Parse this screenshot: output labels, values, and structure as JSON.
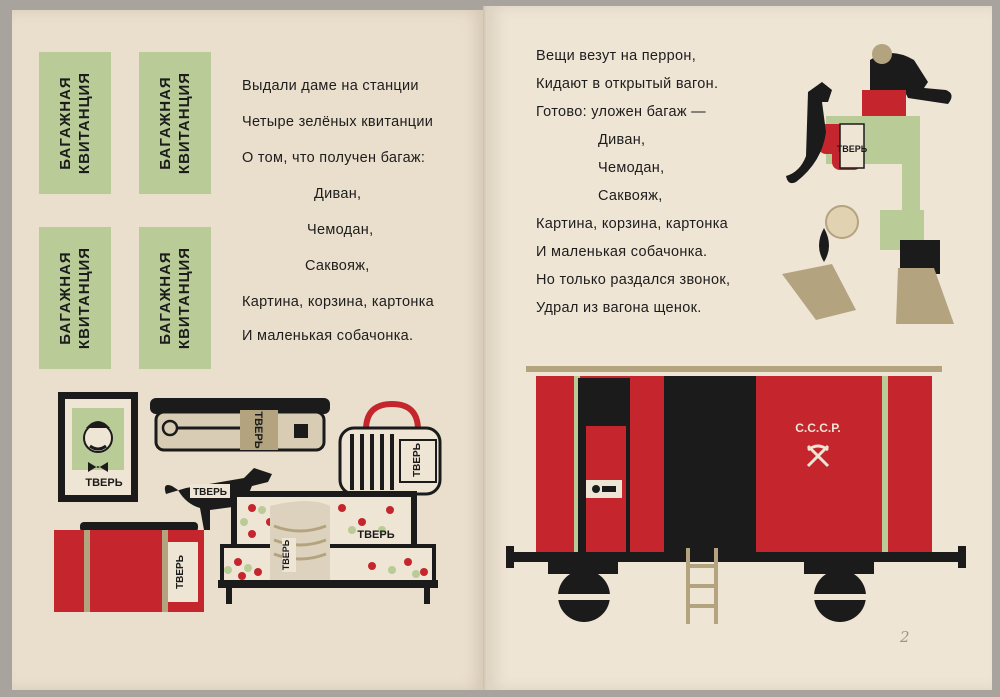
{
  "left": {
    "tickets": [
      {
        "line1": "БАГАЖНАЯ",
        "line2": "КВИТАНЦИЯ"
      },
      {
        "line1": "БАГАЖНАЯ",
        "line2": "КВИТАНЦИЯ"
      },
      {
        "line1": "БАГАЖНАЯ",
        "line2": "КВИТАНЦИЯ"
      },
      {
        "line1": "БАГАЖНАЯ",
        "line2": "КВИТАНЦИЯ"
      }
    ],
    "poem": [
      "Выдали даме на станции",
      "Четыре зелёных квитанции",
      "О том, что получен багаж:",
      "Диван,",
      "Чемодан,",
      "Саквояж,",
      "Картина, корзина, картонка",
      "И маленькая собачонка."
    ],
    "labels": {
      "painting": "ТВЕРЬ",
      "basket": "ТВЕРЬ",
      "bag": "ТВЕРЬ",
      "dog": "ТВЕРЬ",
      "sofa": "ТВЕРЬ",
      "box": "ТВЕРЬ",
      "suitcase": "ТВЕРЬ"
    }
  },
  "right": {
    "poem": [
      "Вещи везут на перрон,",
      "Кидают в открытый вагон.",
      "Готово: уложен багаж —",
      "Диван,",
      "Чемодан,",
      "Саквояж,",
      "Картина, корзина, картонка",
      "И маленькая собачонка.",
      "Но только раздался звонок,",
      "Удрал из вагона щенок."
    ],
    "porter_label": "ТВЕРЬ",
    "wagon_emblem": "С.С.С.Р.",
    "page_number": "2"
  },
  "colors": {
    "red": "#c5262d",
    "black": "#1b1b1b",
    "green": "#b9cc97",
    "tan": "#b3a37f",
    "paper": "#ede3d3"
  }
}
